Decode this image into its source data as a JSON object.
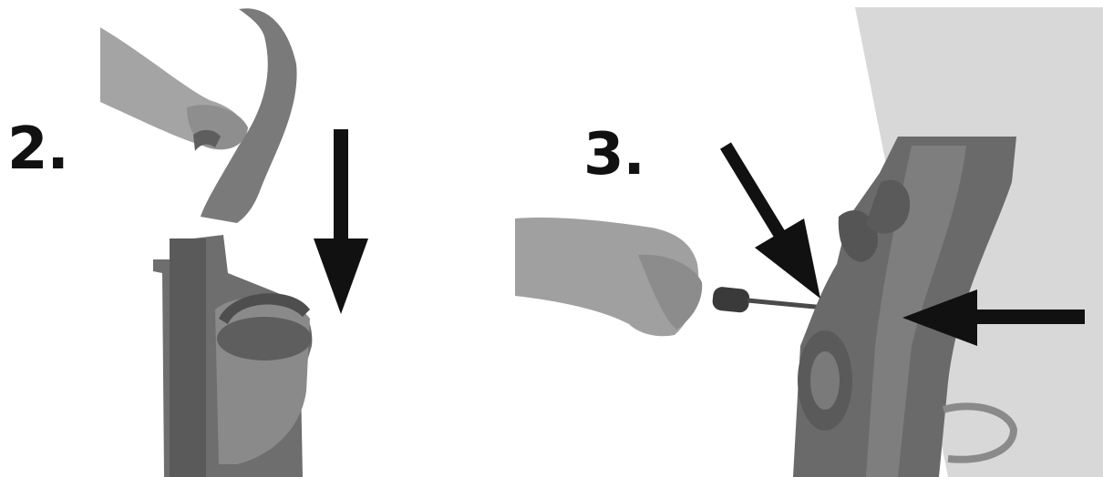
{
  "steps": [
    {
      "number": "2.",
      "illustration": "handle-inserted-into-vacuum-body",
      "arrow": "down-arrow-icon"
    },
    {
      "number": "3.",
      "illustration": "screw-tightened-with-screwdriver",
      "arrows": [
        "diagonal-down-arrow-icon",
        "left-arrow-icon"
      ]
    }
  ],
  "colors": {
    "ink": "#111111",
    "skin": "#9a9a9a",
    "plastic_dark": "#5e5e5e",
    "plastic_mid": "#7a7a7a",
    "background_panel": "#d6d6d6"
  }
}
